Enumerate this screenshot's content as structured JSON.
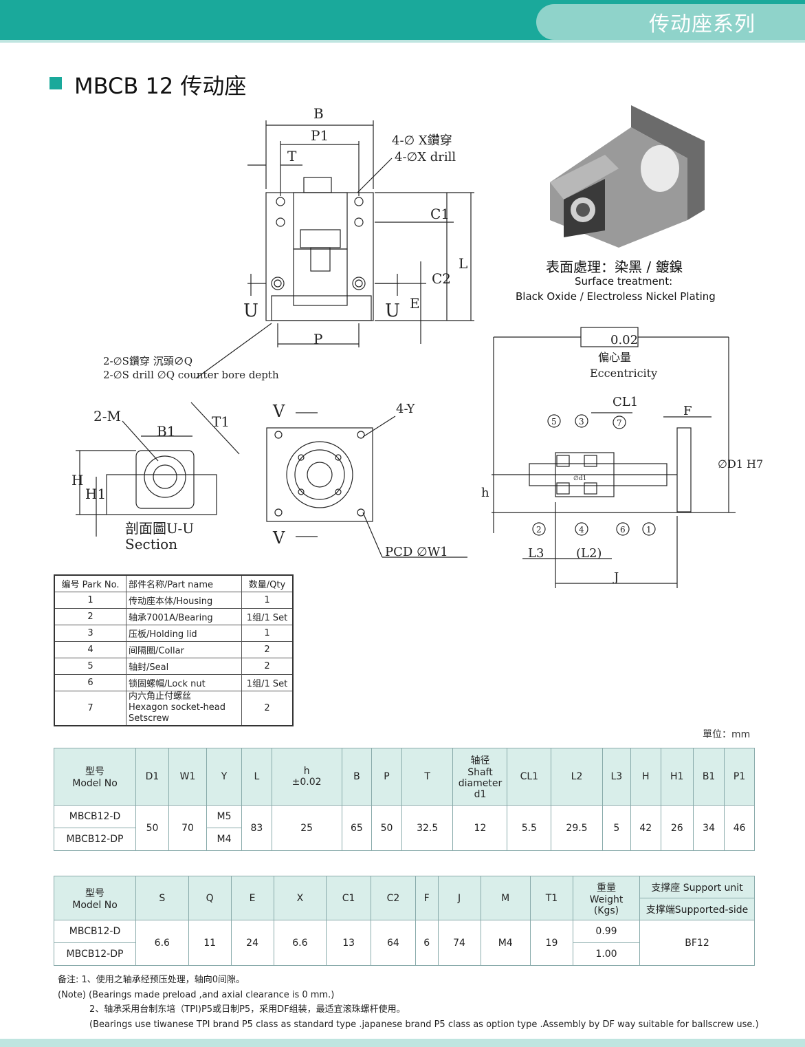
{
  "header": {
    "category_title": "传动座系列"
  },
  "section": {
    "title": "MBCB 12 传动座"
  },
  "drawing_labels": {
    "B": "B",
    "P1": "P1",
    "T": "T",
    "C1": "C1",
    "C2": "C2",
    "L": "L",
    "E": "E",
    "P": "P",
    "U": "U",
    "x_drill_zh": "4-∅ X鑽穿",
    "x_drill_en": "4-∅X drill",
    "s_drill_zh": "2-∅S鑽穿  沉頭∅Q",
    "s_drill_en": "2-∅S drill   ∅Q counter bore depth",
    "M": "2-M",
    "B1": "B1",
    "T1": "T1",
    "H": "H",
    "H1": "H1",
    "section_zh": "剖面圖U-U",
    "section_en": "Section",
    "V": "V",
    "Y": "4-Y",
    "PCD": "PCD   ∅W1",
    "ecc_val": "0.02",
    "ecc_zh": "偏心量",
    "ecc_en": "Eccentricity",
    "CL1": "CL1",
    "F": "F",
    "D1H7": "∅D1 H7",
    "h": "h",
    "L3": "L3",
    "L2": "(L2)",
    "J": "J",
    "d1": "∅d1",
    "balloons": [
      "5",
      "3",
      "7",
      "2",
      "4",
      "6",
      "1"
    ]
  },
  "surface": {
    "zh": "表面處理：染黑 / 鍍鎳",
    "en1": "Surface treatment:",
    "en2": "Black Oxide / Electroless Nickel Plating"
  },
  "parts_table": {
    "headers": [
      "编号 Park No.",
      "部件名称/Part name",
      "数量/Qty"
    ],
    "rows": [
      [
        "1",
        "传动座本体/Housing",
        "1"
      ],
      [
        "2",
        "轴承7001A/Bearing",
        "1组/1 Set"
      ],
      [
        "3",
        "压板/Holding lid",
        "1"
      ],
      [
        "4",
        "间隔圈/Collar",
        "2"
      ],
      [
        "5",
        "轴封/Seal",
        "2"
      ],
      [
        "6",
        "锁固螺帽/Lock nut",
        "1组/1 Set"
      ]
    ],
    "row7": {
      "no": "7",
      "name1": "内六角止付螺丝",
      "name2": "Hexagon socket-head",
      "name3": "Setscrew",
      "qty": "2"
    }
  },
  "unit_label": "單位：mm",
  "spec_table_1": {
    "model_zh": "型号",
    "model_en": "Model No",
    "h_head": "h",
    "h_tol": "±0.02",
    "shaft1": "轴径",
    "shaft2": "Shaft",
    "shaft3": "diameter",
    "shaft4": "d1",
    "headers": [
      "D1",
      "W1",
      "Y",
      "L",
      "B",
      "P",
      "T",
      "CL1",
      "L2",
      "L3",
      "H",
      "H1",
      "B1",
      "P1"
    ],
    "models": [
      "MBCB12-D",
      "MBCB12-DP"
    ],
    "Y": [
      "M5",
      "M4"
    ],
    "values": {
      "D1": "50",
      "W1": "70",
      "L": "83",
      "h": "25",
      "B": "65",
      "P": "50",
      "T": "32.5",
      "d1": "12",
      "CL1": "5.5",
      "L2": "29.5",
      "L3": "5",
      "H": "42",
      "H1": "26",
      "B1": "34",
      "P1": "46"
    }
  },
  "spec_table_2": {
    "model_zh": "型号",
    "model_en": "Model No",
    "headers": [
      "S",
      "Q",
      "E",
      "X",
      "C1",
      "C2",
      "F",
      "J",
      "M",
      "T1"
    ],
    "weight1": "重量",
    "weight2": "Weight",
    "weight3": "(Kgs)",
    "support": "支撑座  Support unit",
    "supported": "支撑端Supported-side",
    "models": [
      "MBCB12-D",
      "MBCB12-DP"
    ],
    "values": [
      "6.6",
      "11",
      "24",
      "6.6",
      "13",
      "64",
      "6",
      "74",
      "M4",
      "19"
    ],
    "weights": [
      "0.99",
      "1.00"
    ],
    "bf": "BF12"
  },
  "notes": {
    "n1": "备注:   1、使用之轴承经预压处理，轴向0间隙。",
    "n2": "(Note)    (Bearings made preload ,and axial clearance is 0 mm.)",
    "n3": "2、轴承采用台制东培（TPI)P5或日制P5，采用DF组装，最适宜滚珠螺杆使用。",
    "n4": "(Bearings use tiwanese TPI  brand P5 class as standard type .japanese brand P5 class as option type .Assembly by DF way suitable for ballscrew use.)"
  }
}
